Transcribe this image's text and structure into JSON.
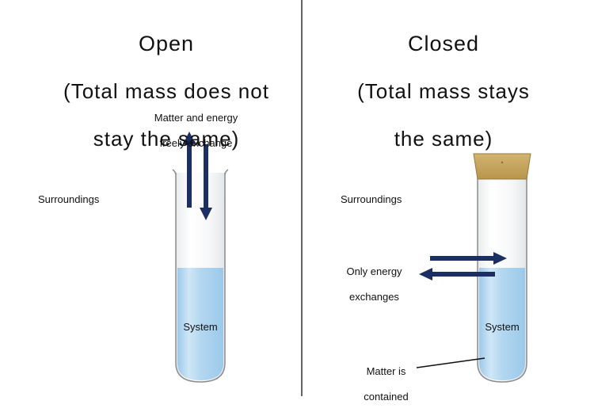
{
  "colors": {
    "arrow": "#1b2f63",
    "liquid": "#a9d1ee",
    "liquid_light": "#d6ebf8",
    "glass": "#8a8a8a",
    "cork": "#c7a560",
    "divider": "#333333"
  },
  "open": {
    "title": "Open",
    "subtitle": "(Total mass does not stay the same)",
    "subtitle_line1": "(Total mass does not",
    "subtitle_line2": "stay the same)",
    "surroundings": "Surroundings",
    "arrows_label_line1": "Matter and energy",
    "arrows_label_line2": "freely exchange",
    "system": "System"
  },
  "closed": {
    "title": "Closed",
    "subtitle_line1": "(Total mass stays",
    "subtitle_line2": "the same)",
    "surroundings": "Surroundings",
    "arrows_label_line1": "Only energy",
    "arrows_label_line2": "exchanges",
    "system": "System",
    "contained_line1": "Matter is",
    "contained_line2": "contained"
  }
}
